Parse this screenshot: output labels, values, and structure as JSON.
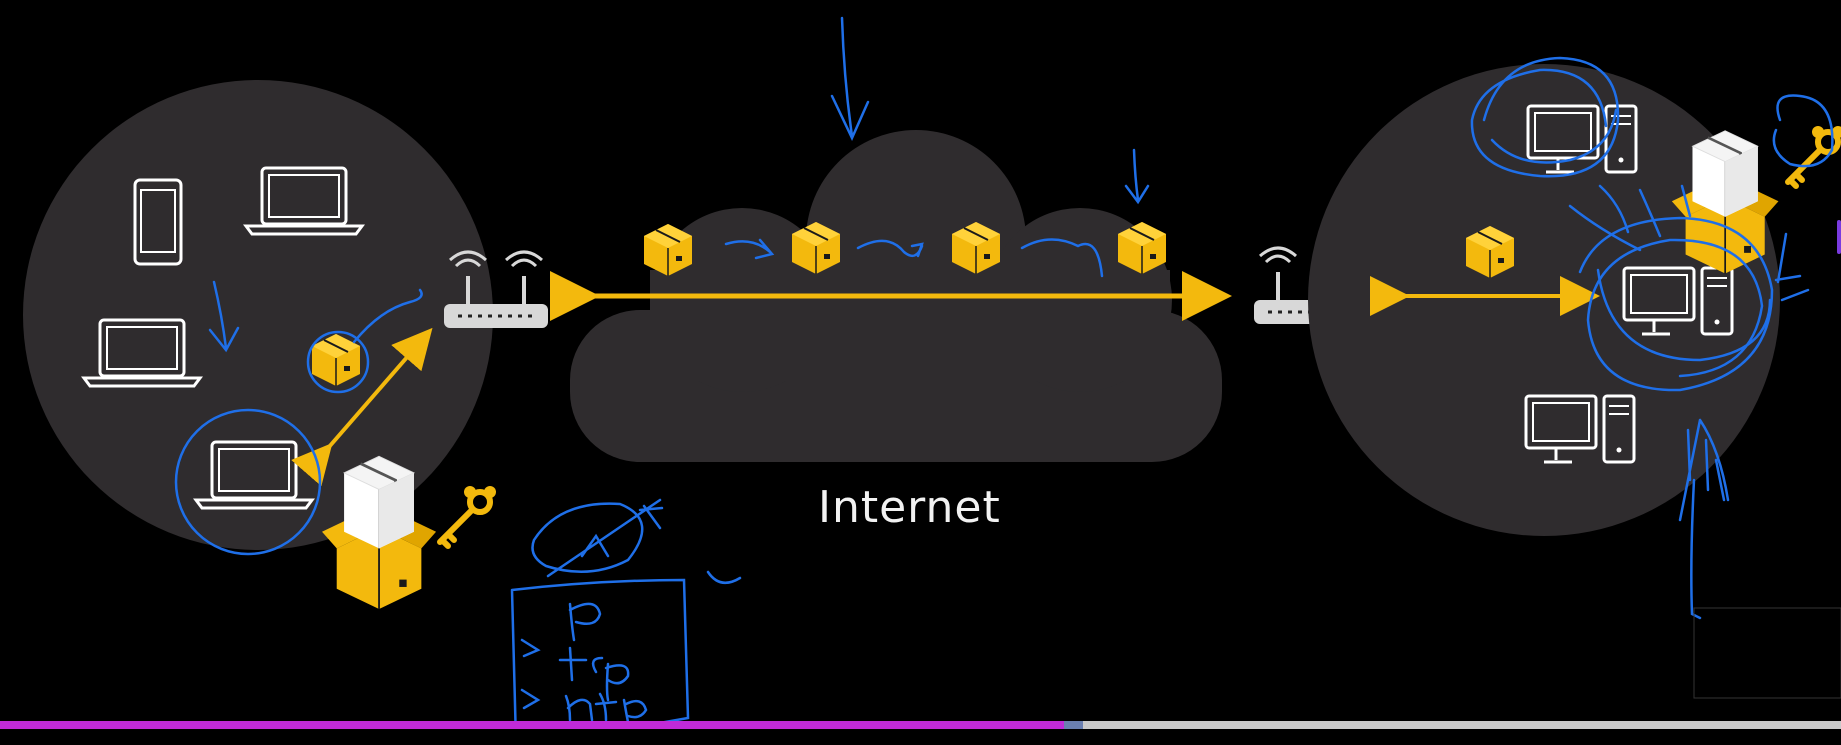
{
  "diagram": {
    "internet_label": "Internet"
  },
  "player": {
    "played_fraction": 0.578,
    "buffered_fraction": 0.588
  },
  "colors": {
    "background": "#000000",
    "circle_fill": "#2f2c2e",
    "cloud_fill": "#2f2c2e",
    "packet_yellow": "#f3b90d",
    "annotation_blue": "#1f6fe8",
    "device_stroke": "#ffffff",
    "progress_played": "#c02ad8",
    "progress_track": "#c9c9c9"
  }
}
